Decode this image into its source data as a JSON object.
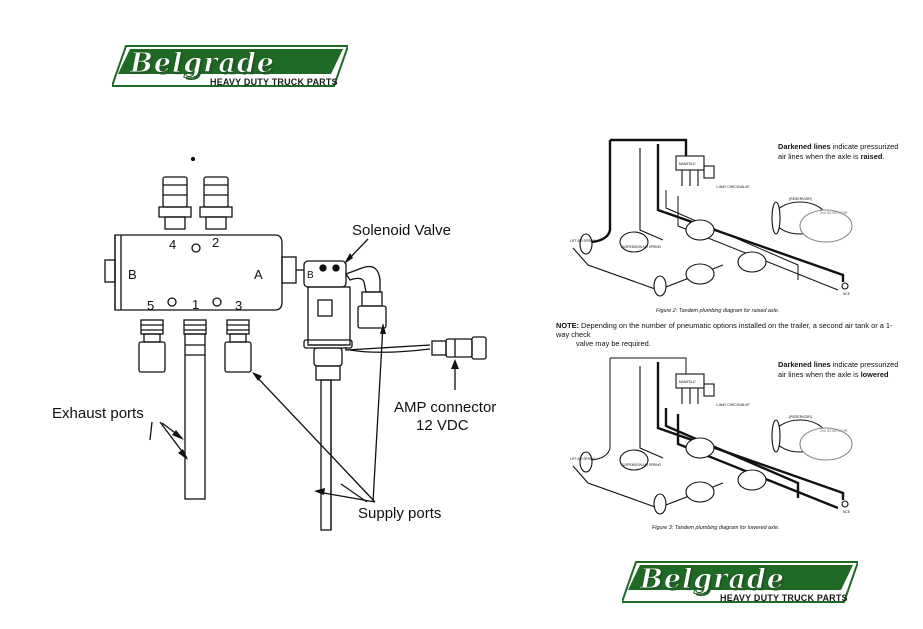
{
  "brand": {
    "name": "Belgrade",
    "tagline": "HEAVY DUTY TRUCK PARTS",
    "color_primary": "#1f6b25",
    "color_dark": "#1f5b23"
  },
  "solenoid_diagram": {
    "labels": {
      "solenoid_valve": "Solenoid Valve",
      "exhaust_ports": "Exhaust ports",
      "supply_ports": "Supply ports",
      "amp_connector": "AMP connector",
      "voltage": "12 VDC"
    },
    "ports": {
      "port_4": "4",
      "port_2": "2",
      "port_5": "5",
      "port_1": "1",
      "port_3": "3",
      "side_a": "A",
      "side_b": "B",
      "valve_b": "B"
    }
  },
  "plumbing_diagrams": {
    "raised": {
      "caption_prefix": "Darkened lines",
      "caption_rest": " indicate pressurized",
      "caption_line2_prefix": "air lines when the axle is ",
      "caption_state": "raised",
      "caption_end": ".",
      "figure_caption": "Figure 2: Tandem plumbing diagram for raised axle."
    },
    "lowered": {
      "caption_prefix": "Darkened lines",
      "caption_rest": " indicate pressurized",
      "caption_line2_prefix": "air lines when the axle is ",
      "caption_state": "lowered",
      "figure_caption": "Figure 3: Tandem plumbing diagram for lowered axle."
    },
    "note": {
      "label": "NOTE:",
      "text_line1": " Depending on the number of pneumatic options installed on the trailer, a second air tank or a 1-way check",
      "text_line2": "valve may be required."
    },
    "parts": {
      "reservoir": "(RESERVOIR)",
      "second_reservoir": "2nd RESERVOIR",
      "lift_airspring": "LIFT AIR SPRING",
      "suspension_airspring": "SUSPENSION AIR SPRING",
      "check_valve": "1-WAY CHECKVALVE",
      "manifold": "MANIFOLD",
      "nozzle": "NCE"
    }
  }
}
